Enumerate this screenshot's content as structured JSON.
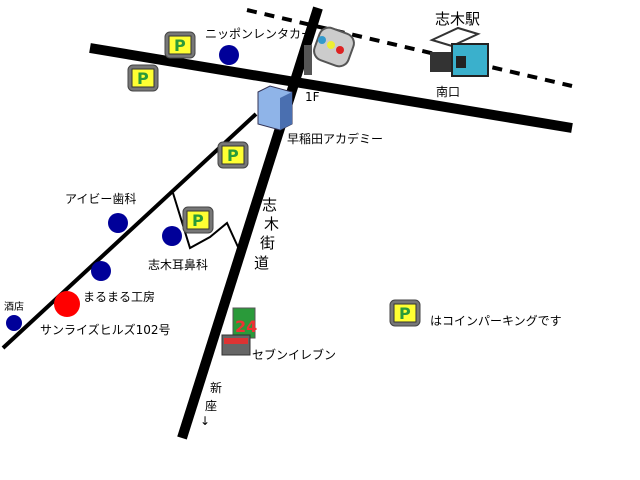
{
  "station": {
    "name": "志木駅",
    "exit": "南口"
  },
  "labels": {
    "rental_car": "ニッポンレンタカー",
    "floor": "1F",
    "academy": "早稲田アカデミー",
    "dental": "アイビー歯科",
    "ent_clinic": "志木耳鼻科",
    "workshop": "まるまる工房",
    "liquor": "酒店",
    "destination": "サンライズヒルズ102号",
    "convenience": "セブンイレブン",
    "street": [
      "志",
      "木",
      "街",
      "道"
    ],
    "niiza": [
      "新",
      "座",
      "↓"
    ]
  },
  "legend": {
    "parking": "はコインパーキングです"
  },
  "icons": {
    "parking_letter": "P",
    "store_24": "24"
  },
  "colors": {
    "road": "#000000",
    "poi": "#000099",
    "destination": "#ff0000",
    "parking_bg": "#ffff33",
    "parking_letter": "#2a9a3a"
  }
}
